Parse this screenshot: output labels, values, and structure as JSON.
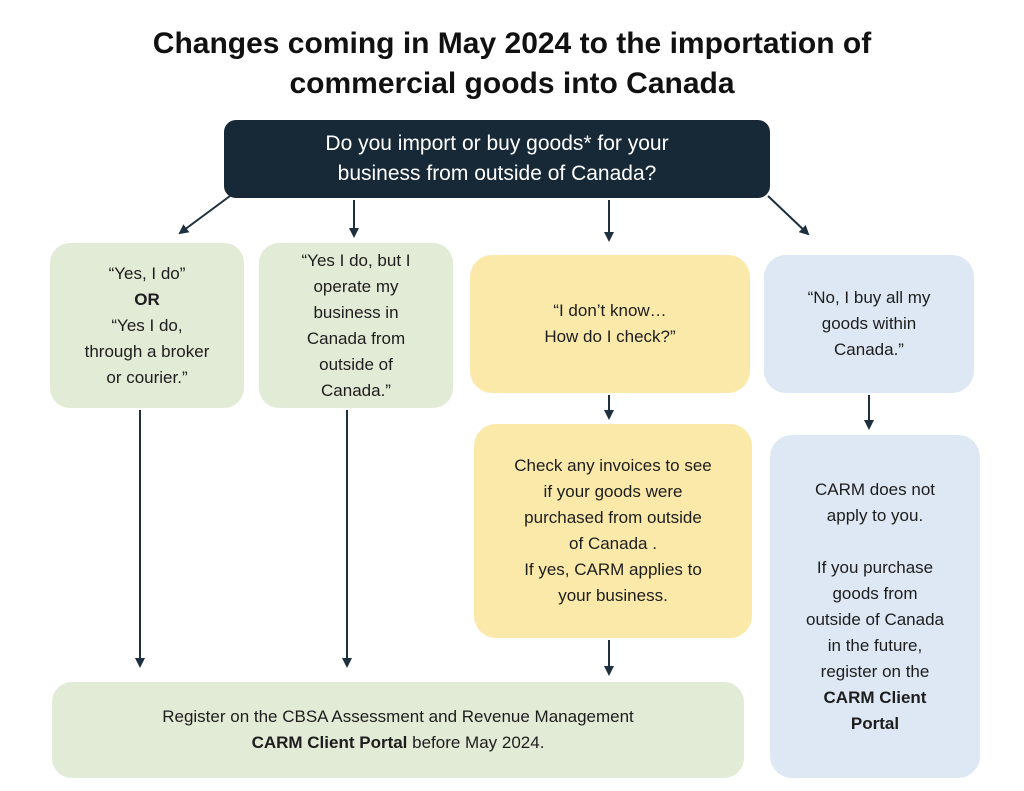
{
  "title": {
    "line1": "Changes coming in May 2024 to the importation of",
    "line2": "commercial goods into Canada"
  },
  "question": {
    "line1": "Do you import or buy goods* for your",
    "line2": "business from outside of Canada?"
  },
  "answer_yes": {
    "line1": "“Yes, I do”",
    "or": "OR",
    "line2": "“Yes I do,",
    "line3": "through a broker",
    "line4": "or courier.”"
  },
  "answer_outside": {
    "line1": "“Yes I do, but I",
    "line2": "operate my",
    "line3": "business in",
    "line4": "Canada from",
    "line5": "outside of",
    "line6": "Canada.”"
  },
  "answer_dont_know": {
    "line1": "“I don’t know…",
    "line2": "How do I check?”"
  },
  "answer_no": {
    "line1": "“No, I buy all my",
    "line2": "goods within",
    "line3": "Canada.”"
  },
  "check": {
    "line1": "Check any invoices to see",
    "line2": "if your goods were",
    "line3": "purchased from outside",
    "line4": "of Canada .",
    "line5": "If yes, CARM applies to",
    "line6": "your business."
  },
  "carm_not_apply": {
    "line1": "CARM does not",
    "line2": "apply to you.",
    "line3": "If you purchase",
    "line4": "goods from",
    "line5": "outside of Canada",
    "line6": "in the future,",
    "line7": "register on the",
    "line8": "CARM Client",
    "line9": "Portal"
  },
  "register": {
    "line1": "Register on the CBSA Assessment and Revenue Management",
    "bold": "CARM Client Portal",
    "rest": " before May 2024."
  },
  "colors": {
    "question_bg": "#172937",
    "green": "#e2ebd6",
    "yellow": "#fae9a9",
    "blue": "#dde8f4",
    "arrow": "#1e2f3d"
  }
}
